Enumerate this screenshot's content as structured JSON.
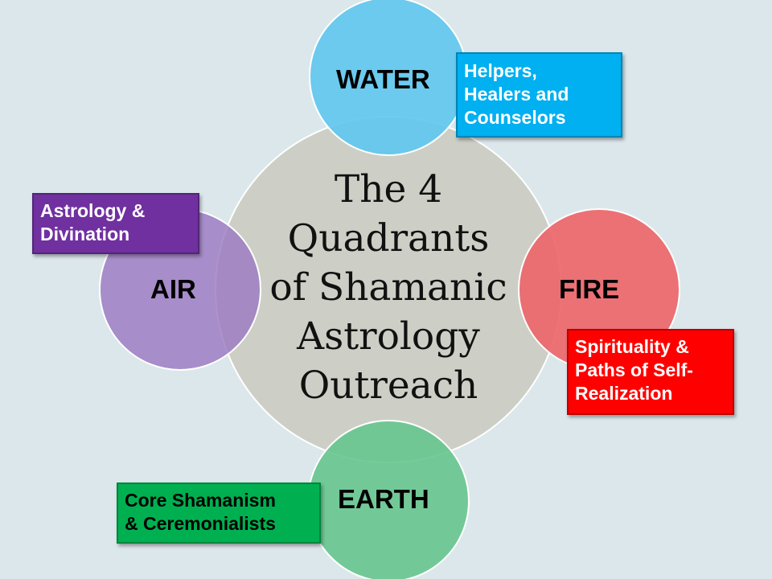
{
  "title_lines": [
    "The 4",
    "Quadrants",
    "of Shamanic",
    "Astrology",
    "Outreach"
  ],
  "quadrants": [
    {
      "name": "WATER",
      "color": "#5ec6ee",
      "box_lines": [
        "Helpers,",
        "Healers and",
        "Counselors"
      ],
      "box_color": "#00b0f0"
    },
    {
      "name": "AIR",
      "color": "#9a77c0",
      "box_lines": [
        "Astrology &",
        "Divination"
      ],
      "box_color": "#7030a0"
    },
    {
      "name": "FIRE",
      "color": "#ec6468",
      "box_lines": [
        "Spirituality &",
        "Paths of Self-",
        "Realization"
      ],
      "box_color": "#ff0000"
    },
    {
      "name": "EARTH",
      "color": "#66c58e",
      "box_lines": [
        "Core Shamanism",
        "& Ceremonialists"
      ],
      "box_color": "#00b050"
    }
  ]
}
